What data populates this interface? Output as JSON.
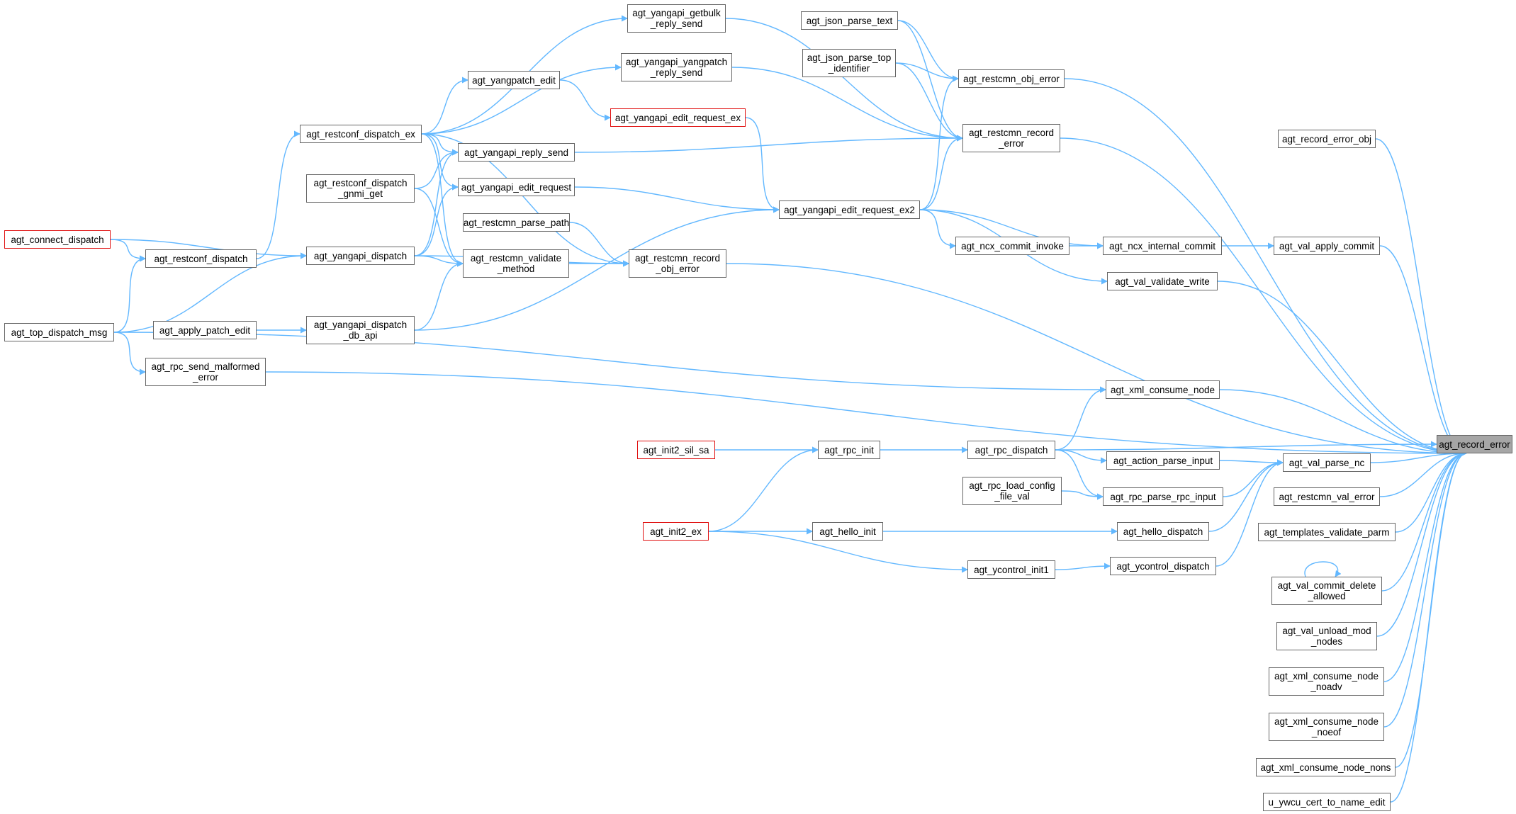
{
  "colors": {
    "edge": "#63b8ff",
    "node_border": "#666666",
    "truncated_border": "#e01010",
    "root_fill": "#a6a6a6"
  },
  "nodes": {
    "root": {
      "label": "agt_record_error"
    },
    "record_error_obj": {
      "label": "agt_record_error_obj"
    },
    "val_apply_commit": {
      "label": "agt_val_apply_commit"
    },
    "ncx_internal_commit": {
      "label": "agt_ncx_internal_commit"
    },
    "ncx_commit_invoke": {
      "label": "agt_ncx_commit_invoke"
    },
    "yangapi_edit_request_ex2": {
      "label": "agt_yangapi_edit_request_ex2"
    },
    "yangapi_edit_request_ex": {
      "label": "agt_yangapi_edit_request_ex"
    },
    "yangpatch_edit": {
      "label": "agt_yangpatch_edit"
    },
    "restconf_dispatch_ex": {
      "label": "agt_restconf_dispatch_ex"
    },
    "restconf_dispatch": {
      "label": "agt_restconf_dispatch"
    },
    "connect_dispatch": {
      "label": "agt_connect_dispatch"
    },
    "top_dispatch_msg": {
      "label": "agt_top_dispatch_msg"
    },
    "yangapi_edit_request": {
      "label": "agt_yangapi_edit_request"
    },
    "yangapi_dispatch": {
      "label": "agt_yangapi_dispatch"
    },
    "yangapi_dispatch_db_api": {
      "label": "agt_yangapi_dispatch\n_db_api"
    },
    "apply_patch_edit": {
      "label": "agt_apply_patch_edit"
    },
    "val_validate_write": {
      "label": "agt_val_validate_write"
    },
    "restcmn_obj_error": {
      "label": "agt_restcmn_obj_error"
    },
    "json_parse_text": {
      "label": "agt_json_parse_text"
    },
    "json_parse_top_identifier": {
      "label": "agt_json_parse_top\n_identifier"
    },
    "restcmn_record_error": {
      "label": "agt_restcmn_record\n_error"
    },
    "yangapi_getbulk_reply_send": {
      "label": "agt_yangapi_getbulk\n_reply_send"
    },
    "yangapi_yangpatch_reply_send": {
      "label": "agt_yangapi_yangpatch\n_reply_send"
    },
    "yangapi_reply_send": {
      "label": "agt_yangapi_reply_send"
    },
    "restconf_dispatch_gnmi_get": {
      "label": "agt_restconf_dispatch\n_gnmi_get"
    },
    "restcmn_validate_method": {
      "label": "agt_restcmn_validate\n_method"
    },
    "restcmn_record_obj_error": {
      "label": "agt_restcmn_record\n_obj_error"
    },
    "restcmn_parse_path": {
      "label": "agt_restcmn_parse_path"
    },
    "rpc_send_malformed_error": {
      "label": "agt_rpc_send_malformed\n_error"
    },
    "xml_consume_node": {
      "label": "agt_xml_consume_node"
    },
    "rpc_dispatch": {
      "label": "agt_rpc_dispatch"
    },
    "rpc_init": {
      "label": "agt_rpc_init"
    },
    "init2_sil_sa": {
      "label": "agt_init2_sil_sa"
    },
    "init2_ex": {
      "label": "agt_init2_ex"
    },
    "action_parse_input": {
      "label": "agt_action_parse_input"
    },
    "val_parse_nc": {
      "label": "agt_val_parse_nc"
    },
    "rpc_parse_rpc_input": {
      "label": "agt_rpc_parse_rpc_input"
    },
    "rpc_load_config_file_val": {
      "label": "agt_rpc_load_config\n_file_val"
    },
    "hello_dispatch": {
      "label": "agt_hello_dispatch"
    },
    "hello_init": {
      "label": "agt_hello_init"
    },
    "ycontrol_dispatch": {
      "label": "agt_ycontrol_dispatch"
    },
    "ycontrol_init1": {
      "label": "agt_ycontrol_init1"
    },
    "restcmn_val_error": {
      "label": "agt_restcmn_val_error"
    },
    "templates_validate_parm": {
      "label": "agt_templates_validate_parm"
    },
    "val_commit_delete_allowed": {
      "label": "agt_val_commit_delete\n_allowed"
    },
    "val_unload_mod_nodes": {
      "label": "agt_val_unload_mod\n_nodes"
    },
    "xml_consume_node_noadv": {
      "label": "agt_xml_consume_node\n_noadv"
    },
    "xml_consume_node_noeof": {
      "label": "agt_xml_consume_node\n_noeof"
    },
    "xml_consume_node_nons": {
      "label": "agt_xml_consume_node_nons"
    },
    "ywcu_cert_to_name_edit": {
      "label": "u_ywcu_cert_to_name_edit"
    }
  }
}
